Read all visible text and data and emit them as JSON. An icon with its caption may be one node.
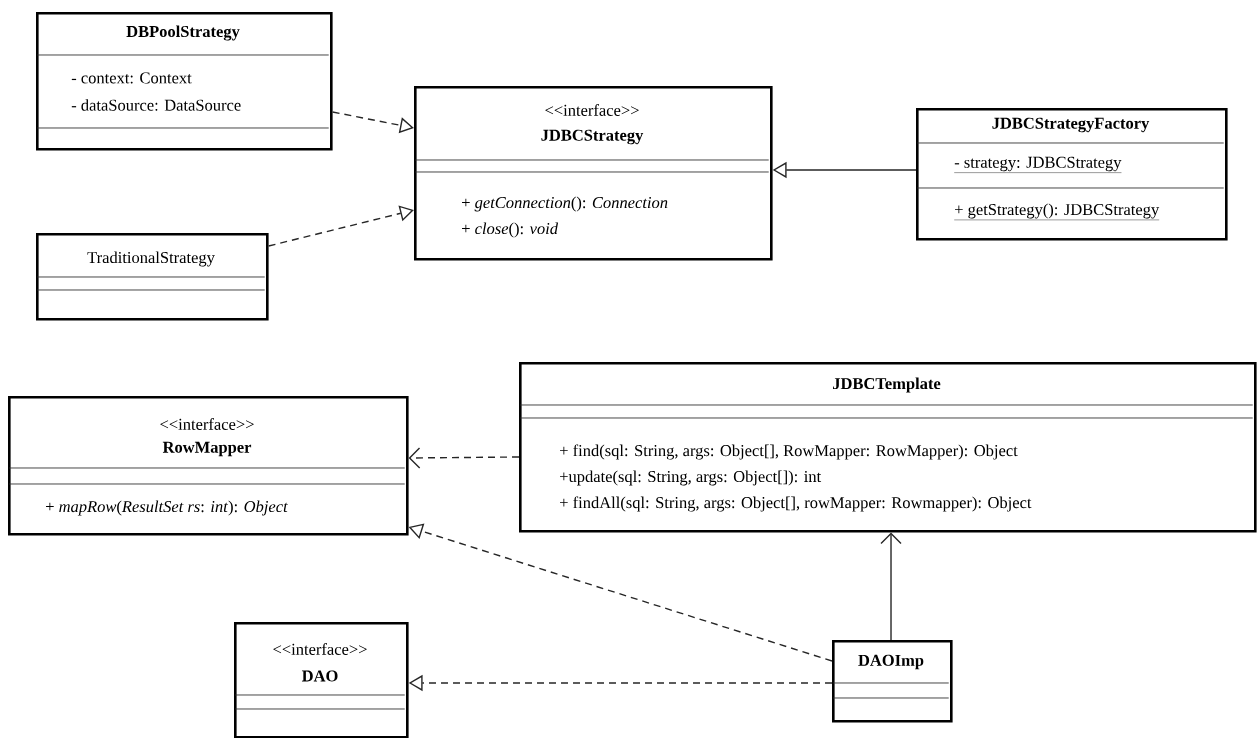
{
  "diagram": {
    "nodes": [
      {
        "text": [
          "DBPoolStrategy",
          "- context: Context",
          "- dataSource: DataSource"
        ]
      },
      {
        "text": [
          "<<interface>>",
          "JDBCStrategy",
          "+ *getConnection*(): *Connection*",
          "+ *close*(): *void*"
        ]
      },
      {
        "text": [
          "JDBCStrategyFactory",
          "- strategy: JDBCStrategy",
          "+ getStrategy(): JDBCStrategy"
        ]
      },
      {
        "text": [
          "TraditionalStrategy"
        ]
      },
      {
        "text": [
          "<<interface>>",
          "RowMapper",
          "+ *mapRow*(*ResultSet rs*: *int*): *Object*"
        ]
      },
      {
        "text": [
          "JDBCTemplate",
          "+ find(sql: String, args: Object[], RowMapper: RowMapper): Object",
          "+update(sql: String, args: Object[]): int",
          "+ findAll(sql: String, args: Object[], rowMapper: Rowmapper): Object"
        ]
      },
      {
        "text": [
          "<<interface>>",
          "DAO"
        ]
      },
      {
        "text": [
          "DAOImp"
        ]
      }
    ],
    "edges": [
      {
        "from": 0,
        "to": 1,
        "arrow": "to",
        "style": "dashed"
      },
      {
        "from": 3,
        "to": 1,
        "arrow": "to",
        "style": "dashed"
      },
      {
        "from": 2,
        "to": 1,
        "arrow": "to"
      },
      {
        "from": 5,
        "to": 4,
        "arrow": "to",
        "style": "dashed"
      },
      {
        "from": 7,
        "to": 4,
        "arrow": "to",
        "style": "dashed"
      },
      {
        "from": 7,
        "to": 6,
        "arrow": "to",
        "style": "dashed"
      },
      {
        "from": 7,
        "to": 5,
        "arrow": "to"
      }
    ]
  }
}
